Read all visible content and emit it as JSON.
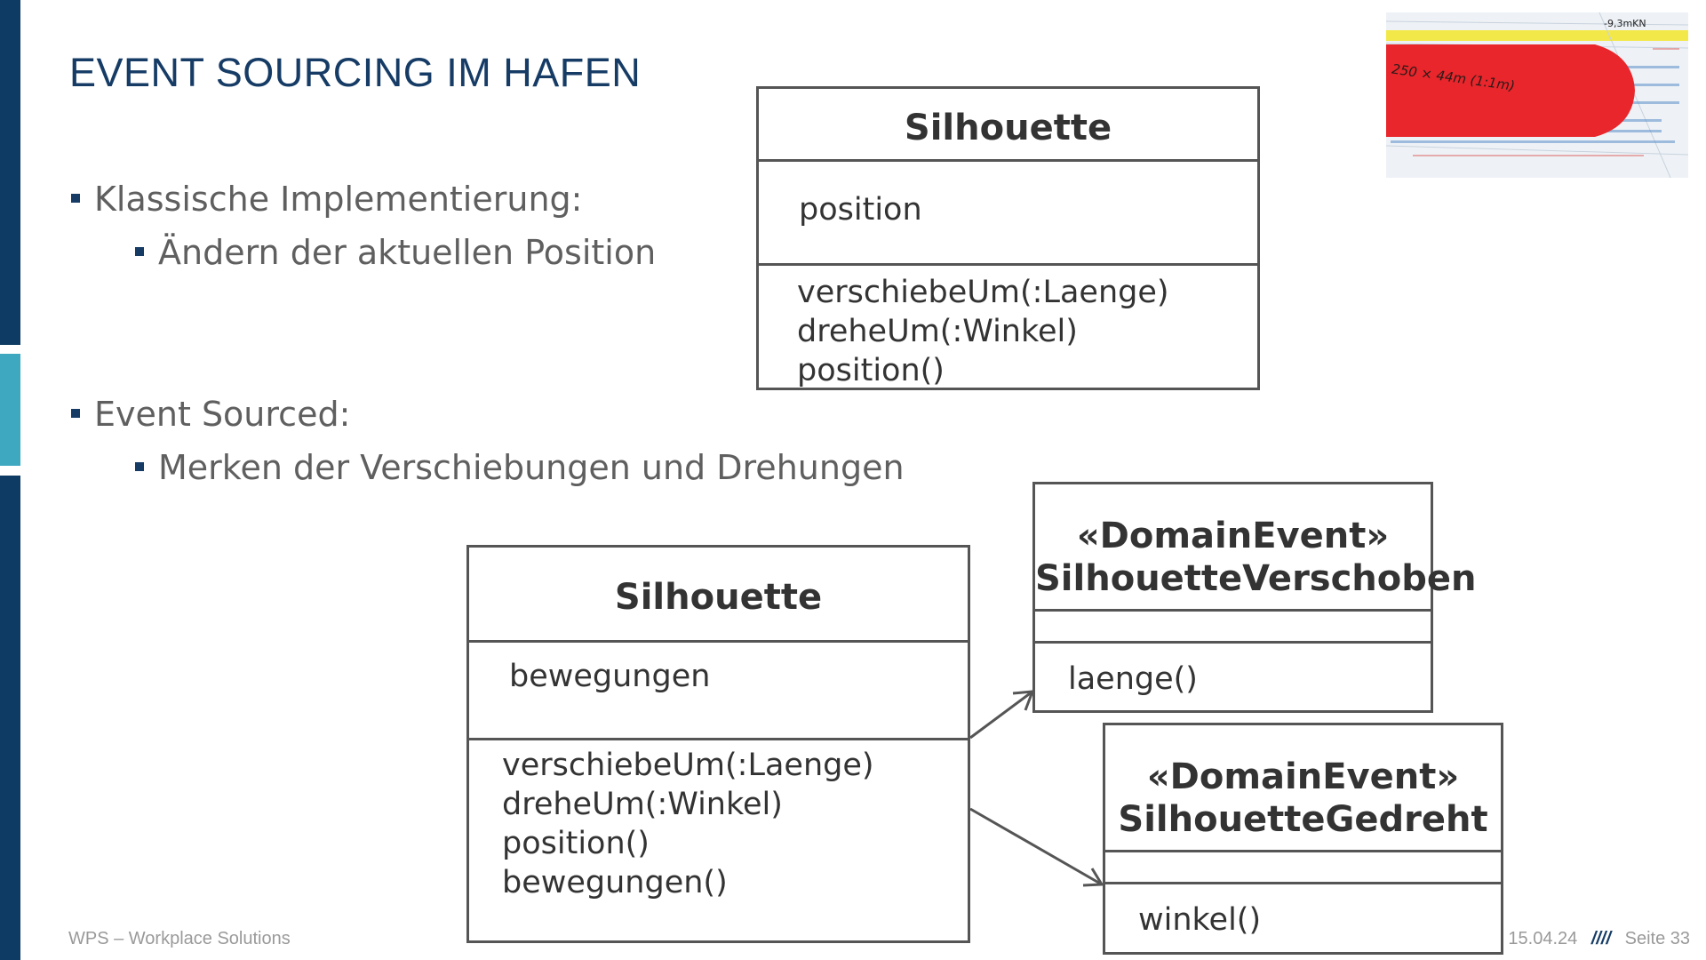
{
  "slide": {
    "title": "EVENT SOURCING IM HAFEN",
    "bullets": [
      {
        "level": 1,
        "text": "Klassische Implementierung:"
      },
      {
        "level": 2,
        "text": "Ändern der aktuellen Position"
      },
      {
        "level": 1,
        "text": "Event Sourced:"
      },
      {
        "level": 2,
        "text": "Merken der Verschiebungen und Drehungen"
      }
    ]
  },
  "diagrams": {
    "classic": {
      "name": "Silhouette",
      "attributes": [
        "position"
      ],
      "operations": [
        "verschiebeUm(:Laenge)",
        "dreheUm(:Winkel)",
        "position()"
      ]
    },
    "sourced": {
      "name": "Silhouette",
      "attributes": [
        "bewegungen"
      ],
      "operations": [
        "verschiebeUm(:Laenge)",
        "dreheUm(:Winkel)",
        "position()",
        "bewegungen()"
      ]
    },
    "event_moved": {
      "stereotype": "«DomainEvent»",
      "name": "SilhouetteVerschoben",
      "operations": [
        "laenge()"
      ]
    },
    "event_turned": {
      "stereotype": "«DomainEvent»",
      "name": "SilhouetteGedreht",
      "operations": [
        "winkel()"
      ]
    }
  },
  "photo": {
    "handwriting": "250 × 44m (1:1m)",
    "scale_label": "-9,3mKN"
  },
  "footer": {
    "company": "WPS – Workplace Solutions",
    "date": "15.04.24",
    "separator": "////",
    "page": "Seite 33"
  },
  "colors": {
    "brand_dark": "#0d3b63",
    "brand_light": "#3ea8c0",
    "title": "#163c66",
    "text": "#5f5f5f",
    "uml_line": "#555555"
  }
}
